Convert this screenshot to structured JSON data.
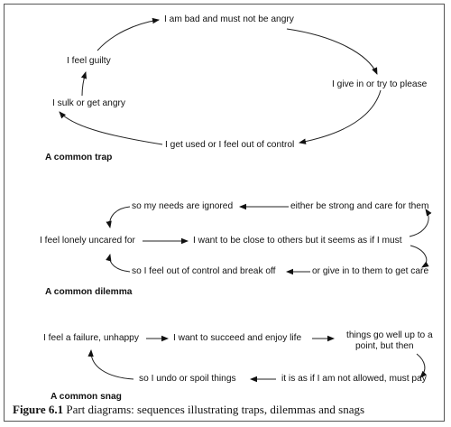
{
  "trap": {
    "title": "A common trap",
    "n1": "I am bad and must not be angry",
    "n2": "I give in or try to please",
    "n3": "I get used or I feel out of control",
    "n4": "I sulk or get angry",
    "n5": "I feel guilty"
  },
  "dilemma": {
    "title": "A common dilemma",
    "ignored": "so my needs are ignored",
    "strong": "either be strong and care for them",
    "lonely": "I feel lonely uncared for",
    "close": "I want to be close to others but it seems as if I must",
    "breakoff": "so I feel out of control and break off",
    "givein": "or give in to them to get care"
  },
  "snag": {
    "title": "A common snag",
    "failure": "I feel a failure, unhappy",
    "succeed": "I want to succeed and enjoy life",
    "well1": "things go well up to a",
    "well2": "point, but then",
    "undo": "so I undo or spoil things",
    "allowed": "it is as if I am not allowed, must pay"
  },
  "caption": {
    "label": "Figure 6.1",
    "text": "Part diagrams: sequences illustrating traps, dilemmas and snags"
  }
}
